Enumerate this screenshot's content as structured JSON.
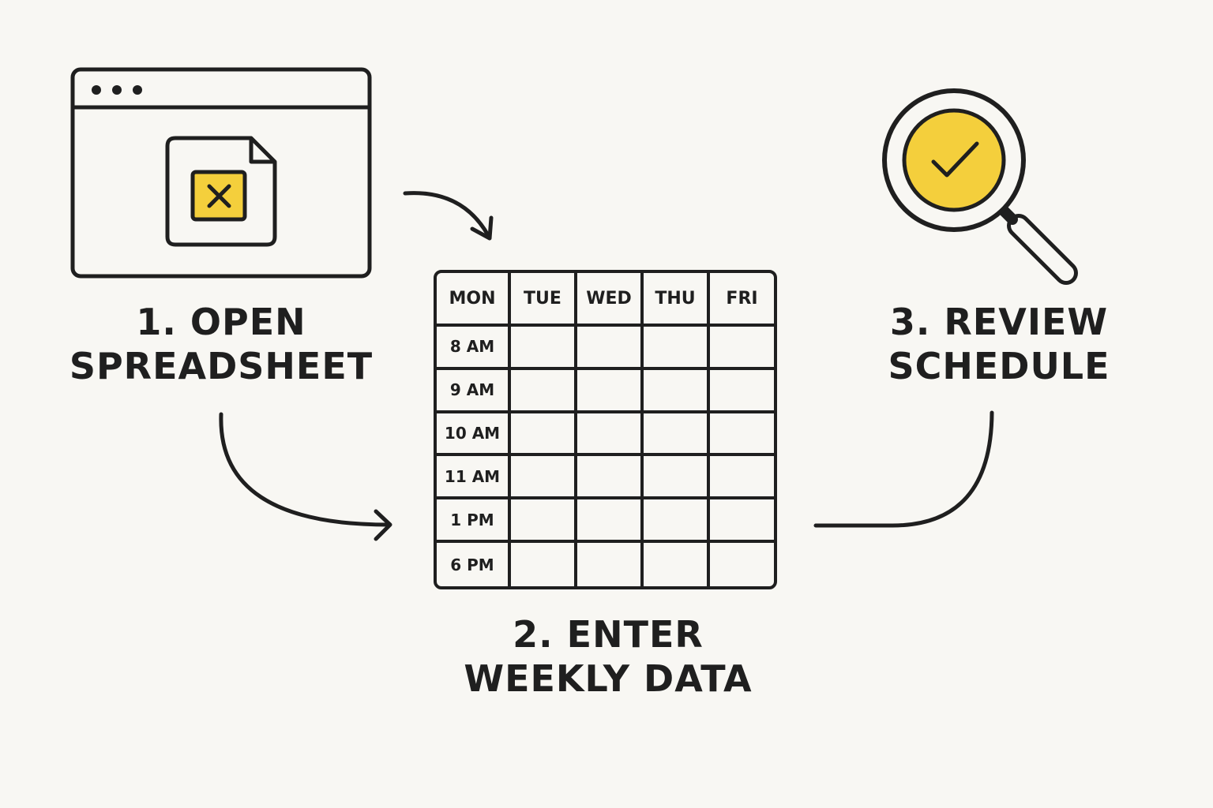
{
  "steps": [
    {
      "number": "1.",
      "line1": "1. OPEN",
      "line2": "SPREADSHEET",
      "icon": "spreadsheet-window-icon"
    },
    {
      "number": "2.",
      "line1": "2. ENTER",
      "line2": "WEEKLY DATA",
      "icon": "weekly-schedule-grid"
    },
    {
      "number": "3.",
      "line1": "3. REVIEW",
      "line2": "SCHEDULE",
      "icon": "magnifier-check-icon"
    }
  ],
  "schedule": {
    "days": [
      "MON",
      "TUE",
      "WED",
      "THU",
      "FRI"
    ],
    "times": [
      "8 AM",
      "9 AM",
      "10 AM",
      "11 AM",
      "1 PM",
      "6 PM"
    ]
  },
  "colors": {
    "background": "#f8f7f3",
    "ink": "#1f1f1f",
    "accent": "#f4cf3c"
  }
}
